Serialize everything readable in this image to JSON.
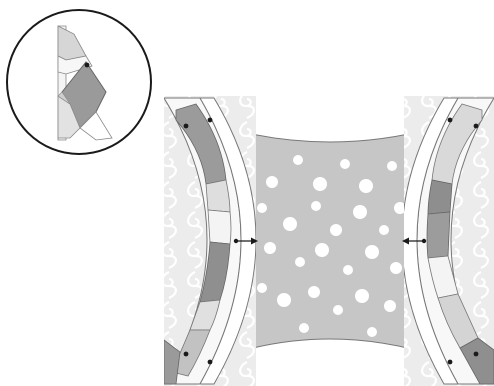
{
  "figure": {
    "type": "quilt-block-illustration",
    "subject": "double-wedding-ring-melon-and-arc-assembly",
    "palette": {
      "background": "#ffffff",
      "outline": "#1a1a1a",
      "light_gray": "#d9d9d9",
      "mid_gray": "#9e9e9e",
      "dark_gray": "#8a8a8a",
      "fabric_dots": "#c4c4c4",
      "scroll_fabric": "#e6e6e6",
      "white_band": "#f6f6f6"
    },
    "callout": {
      "shape": "circle",
      "content": "corner-detail-of-pieced-arc"
    },
    "markers": {
      "dots": 8,
      "arrows": 2
    }
  }
}
